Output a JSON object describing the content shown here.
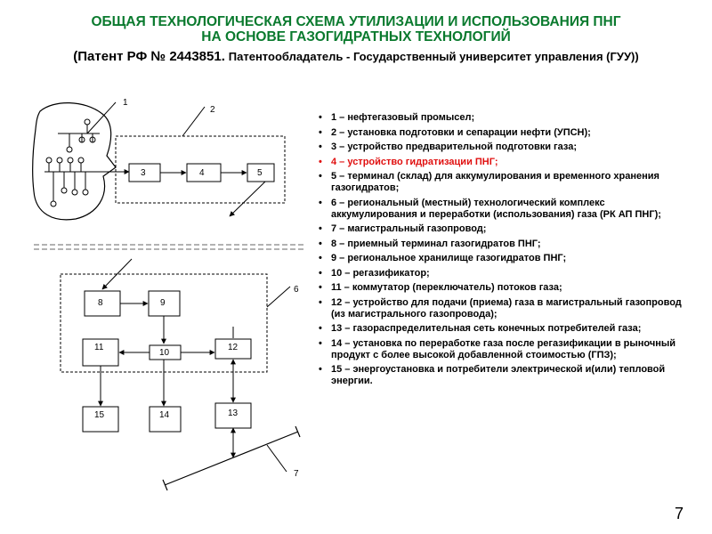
{
  "title_line1": "ОБЩАЯ ТЕХНОЛОГИЧЕСКАЯ СХЕМА УТИЛИЗАЦИИ И ИСПОЛЬЗОВАНИЯ  ПНГ",
  "title_line2": "НА ОСНОВЕ  ГАЗОГИДРАТНЫХ ТЕХНОЛОГИЙ",
  "patent_prefix": "(Патент РФ № 2443851.",
  "patent_owner": "Патентообладатель - Государственный университет управления (ГУУ))",
  "diagram": {
    "labels": [
      "1",
      "2",
      "3",
      "4",
      "5",
      "6",
      "7",
      "8",
      "9",
      "10",
      "11",
      "12",
      "13",
      "14",
      "15"
    ]
  },
  "legend": [
    "1 – нефтегазовый промысел;",
    "2 – установка подготовки и сепарации нефти (УПСН);",
    "3 – устройство предварительной подготовки газа;",
    "4 – устройство гидратизации ПНГ;",
    "5 – терминал (склад) для аккумулирования и временного хранения газогидратов;",
    "6 – региональный (местный) технологический комплекс аккумулирования и переработки (использования) газа (РК АП ПНГ);",
    "7 – магистральный газопровод;",
    "8 – приемный терминал газогидратов ПНГ;",
    "9 – региональное хранилище газогидратов ПНГ;",
    "10 – регазификатор;",
    "11 – коммутатор (переключатель)  потоков газа;",
    "12 – устройство для подачи (приема) газа в магистральный газопровод (из магистрального газопровода);",
    "13 – газораспределительная сеть конечных потребителей газа;",
    "14 – установка по переработке газа после регазификации  в рыночный продукт с более высокой добавленной стоимостью (ГПЗ);",
    "15 – энергоустановка и потребители электрической и(или) тепловой энергии."
  ],
  "legend_highlight_color": "#e01010",
  "title_color": "#0a7a2e",
  "page_number": "7"
}
